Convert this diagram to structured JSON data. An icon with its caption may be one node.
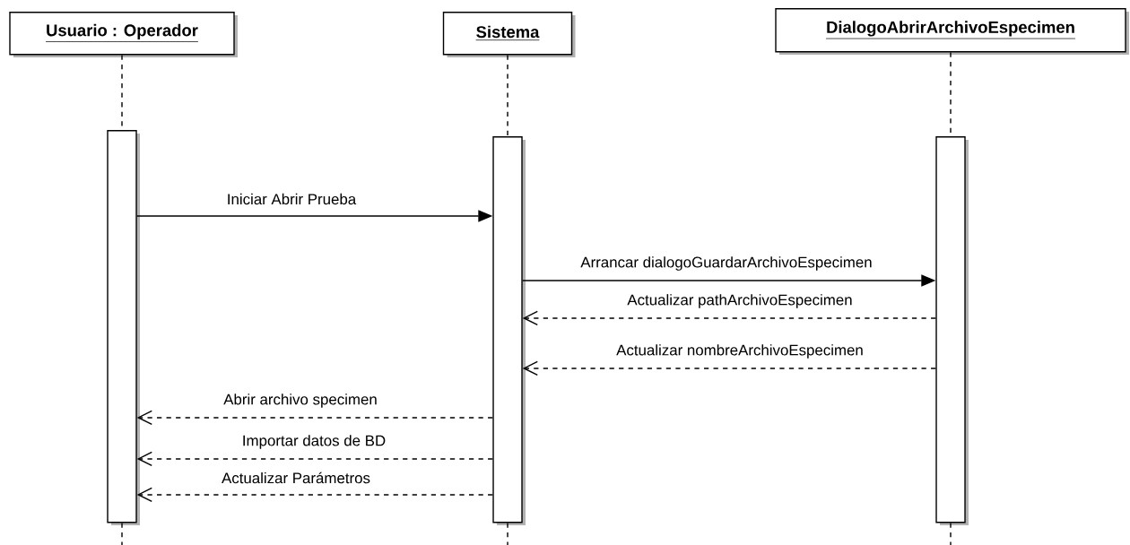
{
  "diagram": {
    "nodes": [
      {
        "text": [
          "Usuario : Operador"
        ]
      },
      {
        "text": [
          "Sistema"
        ]
      },
      {
        "text": [
          "DialogoAbrirArchivoEspecimen"
        ]
      },
      {
        "text": [],
        "shape": "bar"
      },
      {
        "text": [],
        "shape": "bar"
      },
      {
        "text": [],
        "shape": "bar"
      }
    ],
    "edges": [
      {
        "from": 0,
        "to": 3,
        "arrow": "none",
        "style": "dashed"
      },
      {
        "from": 1,
        "to": 4,
        "arrow": "none",
        "style": "dashed"
      },
      {
        "from": 2,
        "to": 5,
        "arrow": "none",
        "style": "dashed"
      },
      {
        "from": 3,
        "to": null,
        "arrow": "none",
        "style": "dashed"
      },
      {
        "from": 4,
        "to": null,
        "arrow": "none",
        "style": "dashed"
      },
      {
        "from": 5,
        "to": null,
        "arrow": "none",
        "style": "dashed"
      },
      {
        "from": 3,
        "to": 4,
        "arrow": "to",
        "label": "Iniciar Abrir Prueba"
      },
      {
        "from": 4,
        "to": 5,
        "arrow": "to",
        "label": "Arrancar dialogoGuardarArchivoEspecimen"
      },
      {
        "from": 5,
        "to": 4,
        "arrow": "to",
        "style": "dashed",
        "label": "Actualizar pathArchivoEspecimen"
      },
      {
        "from": 5,
        "to": 4,
        "arrow": "to",
        "style": "dashed",
        "label": "Actualizar nombreArchivoEspecimen"
      },
      {
        "from": 4,
        "to": 3,
        "arrow": "to",
        "style": "dashed",
        "label": "Abrir archivo specimen"
      },
      {
        "from": 4,
        "to": 3,
        "arrow": "to",
        "style": "dashed",
        "label": "Importar datos de BD"
      },
      {
        "from": 4,
        "to": 3,
        "arrow": "to",
        "style": "dashed",
        "label": "Actualizar Parámetros"
      }
    ]
  }
}
